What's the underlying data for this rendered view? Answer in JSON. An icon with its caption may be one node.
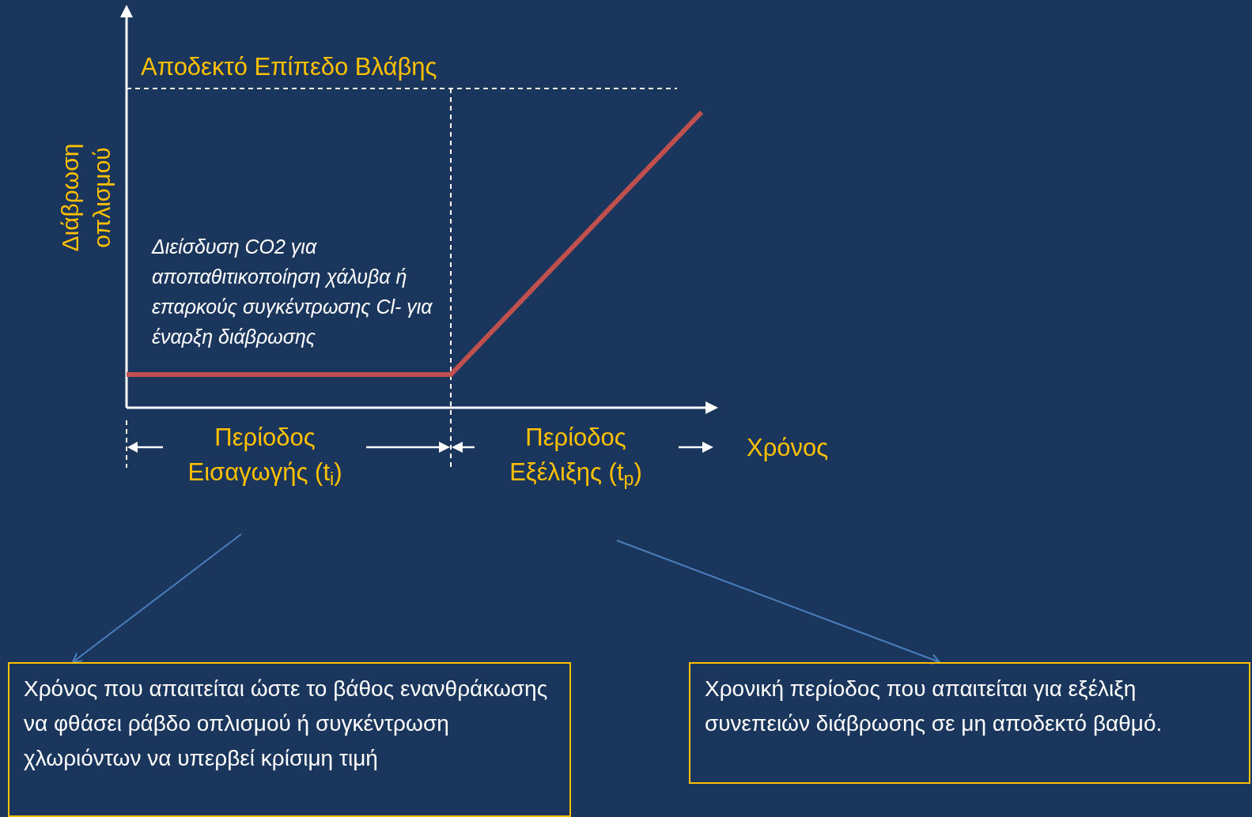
{
  "diagram": {
    "nodes": [
      {
        "text": [
          "Περίοδος Εισαγωγής (t$_{i}$)"
        ]
      },
      {
        "text": [
          "Περίοδος Εξέλιξης (t$_{p}$)"
        ]
      },
      {
        "text": [
          "Χρόνος που απαιτείται ώστε το βάθος ενανθράκωσης να φθάσει ράβδο οπλισμού ή συγκέντρωση χλωριόντων να υπερβεί κρίσιμη τιμή"
        ]
      },
      {
        "text": [
          "Χρονική περίοδος που απαιτείται για εξέλιξη συνεπειών διάβρωσης σε μη αποδεκτό βαθμό."
        ]
      }
    ],
    "edges": [
      {
        "from": 0,
        "to": 2,
        "arrow": "to"
      },
      {
        "from": 1,
        "to": 3,
        "arrow": "to"
      }
    ],
    "labels": [
      "Αποδεκτό Επίπεδο Βλάβης",
      "Διάβρωση οπλισμού",
      "Διείσδυση CO2 για αποπαθιτικοποίηση χάλυβα ή επαρκούς συγκέντρωσης Cl- για έναρξη διάβρωσης",
      "Χρόνος"
    ]
  }
}
